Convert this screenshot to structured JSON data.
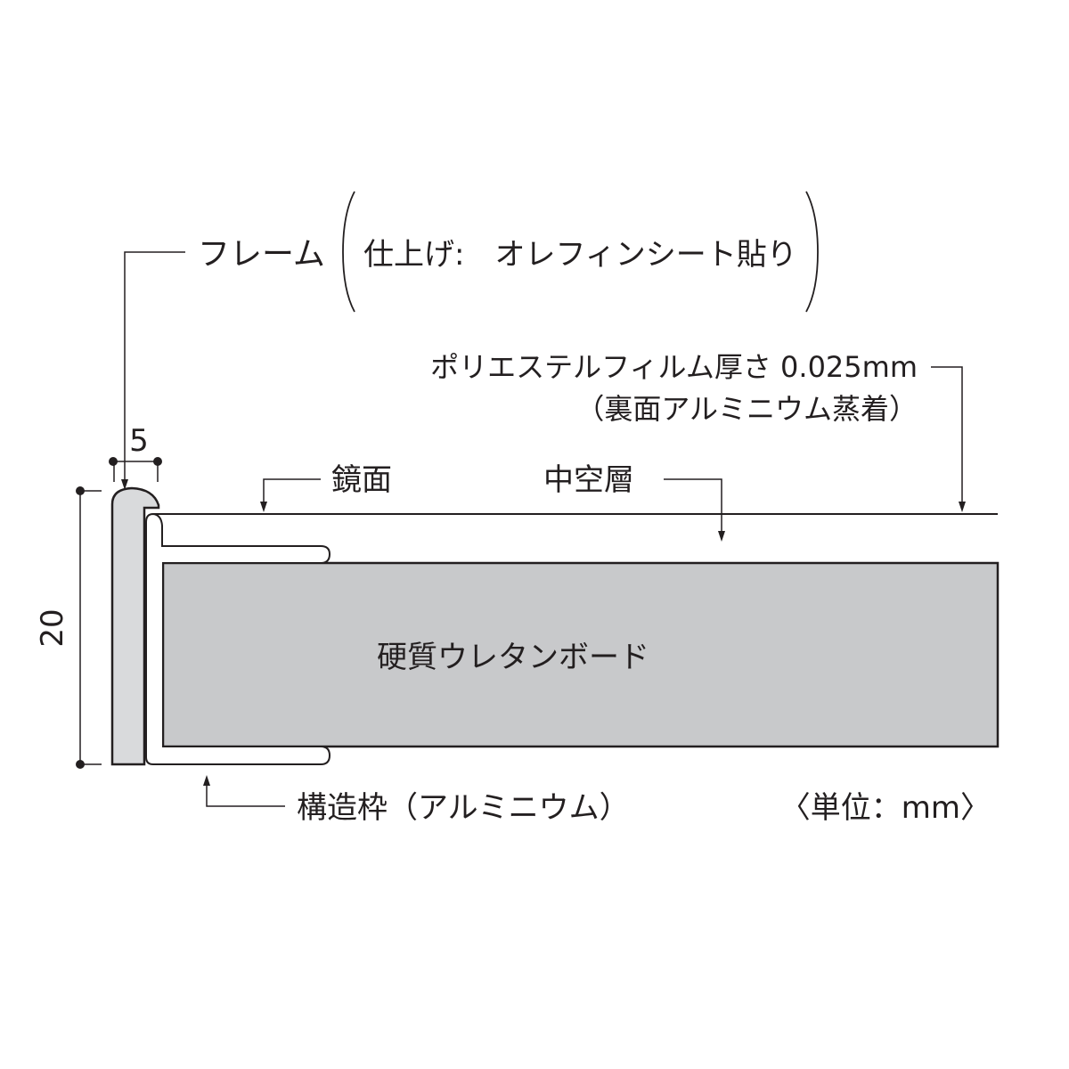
{
  "labels": {
    "frame": "フレーム",
    "finish": "仕上げ:　オレフィンシート貼り",
    "film": "ポリエステルフィルム厚さ 0.025mm",
    "film_note": "（裏面アルミニウム蒸着）",
    "mirror": "鏡面",
    "hollow": "中空層",
    "board": "硬質ウレタンボード",
    "structure": "構造枠（アルミニウム）",
    "unit": "〈単位：mm〉"
  },
  "dimensions": {
    "width": "5",
    "height": "20"
  },
  "colors": {
    "line": "#231f20",
    "board_fill": "#c8c9cb",
    "frame_fill": "#d9dadc"
  }
}
